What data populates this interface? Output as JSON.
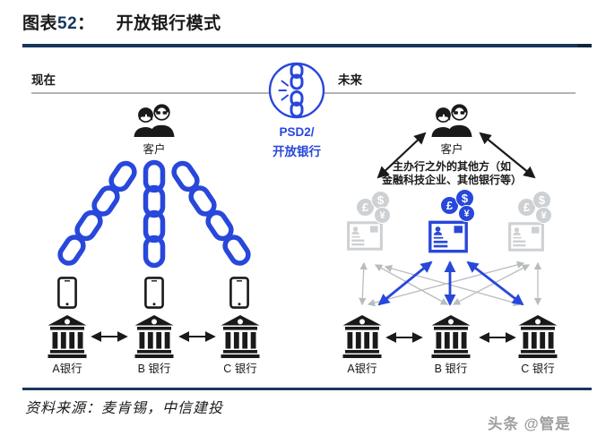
{
  "header": {
    "figure_prefix": "图表",
    "figure_number": "52",
    "figure_colon": "：",
    "title": "开放银行模式"
  },
  "diagram": {
    "now_label": "现在",
    "future_label": "未来",
    "center_badge": {
      "line1": "PSD2/",
      "line2": "开放银行"
    },
    "left": {
      "customer_label": "客户",
      "bank_labels": [
        "A银行",
        "B 银行",
        "C 银行"
      ]
    },
    "right": {
      "customer_label": "客户",
      "note_line1": "主办行之外的其他方（如",
      "note_line2": "金融科技企业、其他银行等）",
      "bank_labels": [
        "A银行",
        "B 银行",
        "C 银行"
      ],
      "coin_symbols": [
        "£",
        "$",
        "¥"
      ]
    }
  },
  "footer": {
    "source": "资料来源：麦肯锡，中信建投",
    "watermark": "头条 @管是"
  },
  "colors": {
    "accent_blue": "#2847DB",
    "navy_rule": "#17365D",
    "gray_light": "#CED1D4",
    "gray_arrow": "#B9BCBF",
    "black": "#1A1A1A"
  }
}
